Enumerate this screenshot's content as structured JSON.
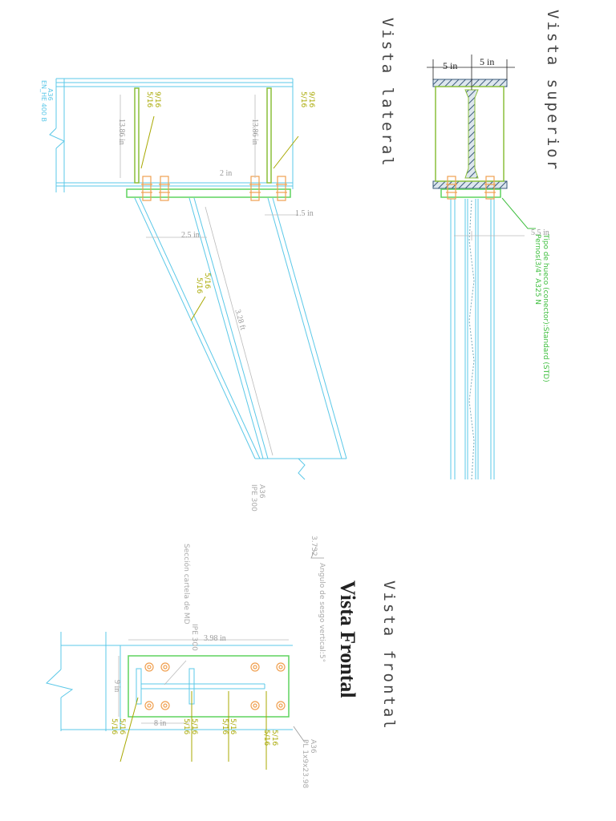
{
  "views": {
    "superior": "Vista superior",
    "lateral": "Vista lateral",
    "frontal": "Vista frontal",
    "frontal_big": "Vista Frontal"
  },
  "top_view": {
    "dim_left": "5 in",
    "dim_right": "5 in",
    "dim_bottom": "5.5 in",
    "note_line1": "Tipo de hueco (conector):Standard (STD)",
    "note_line2": "Pernos(3/4\" A325 N"
  },
  "side_view": {
    "column_label_1": "A36",
    "column_label_2": "EN_HE 400 B",
    "dim_h1": "13.86 in",
    "dim_h2": "13.86 in",
    "dim_2in": "2 in",
    "dim_1_5": "1.5 in",
    "dim_2_5": "2.5 in",
    "dim_len": "3.28 ft",
    "weld_top_a": "9/16",
    "weld_bot_a": "5/16",
    "weld_top_b": "9/16",
    "weld_bot_b": "5/16",
    "weld_diag_top": "5/16",
    "weld_diag_bot": "5/16",
    "beam_label_1": "A36",
    "beam_label_2": "IPE 300"
  },
  "front_view": {
    "angle_label": "Angulo de sesgo vertical:5°",
    "angle_value": "3.732",
    "section_label": "Sección cartela de MD",
    "ipe_label": "IPE 300",
    "dim_398": "3.98 in",
    "dim_9": "9 in",
    "dim_8": "8 in",
    "plate_1": "A36",
    "plate_2": "PL 1x9x23.98",
    "welds": [
      {
        "top": "5/16",
        "bot": "5/16"
      },
      {
        "top": "5/16",
        "bot": "5/16"
      },
      {
        "top": "5/16",
        "bot": "5/16"
      },
      {
        "top": "5/16",
        "bot": "5/16"
      }
    ]
  },
  "colors": {
    "steel": "#5bc8e8",
    "plate": "#5fd35f",
    "weld": "#b8b800",
    "bolt": "#f0a050",
    "dim": "#222222",
    "hatch": "#3a5a7a"
  }
}
